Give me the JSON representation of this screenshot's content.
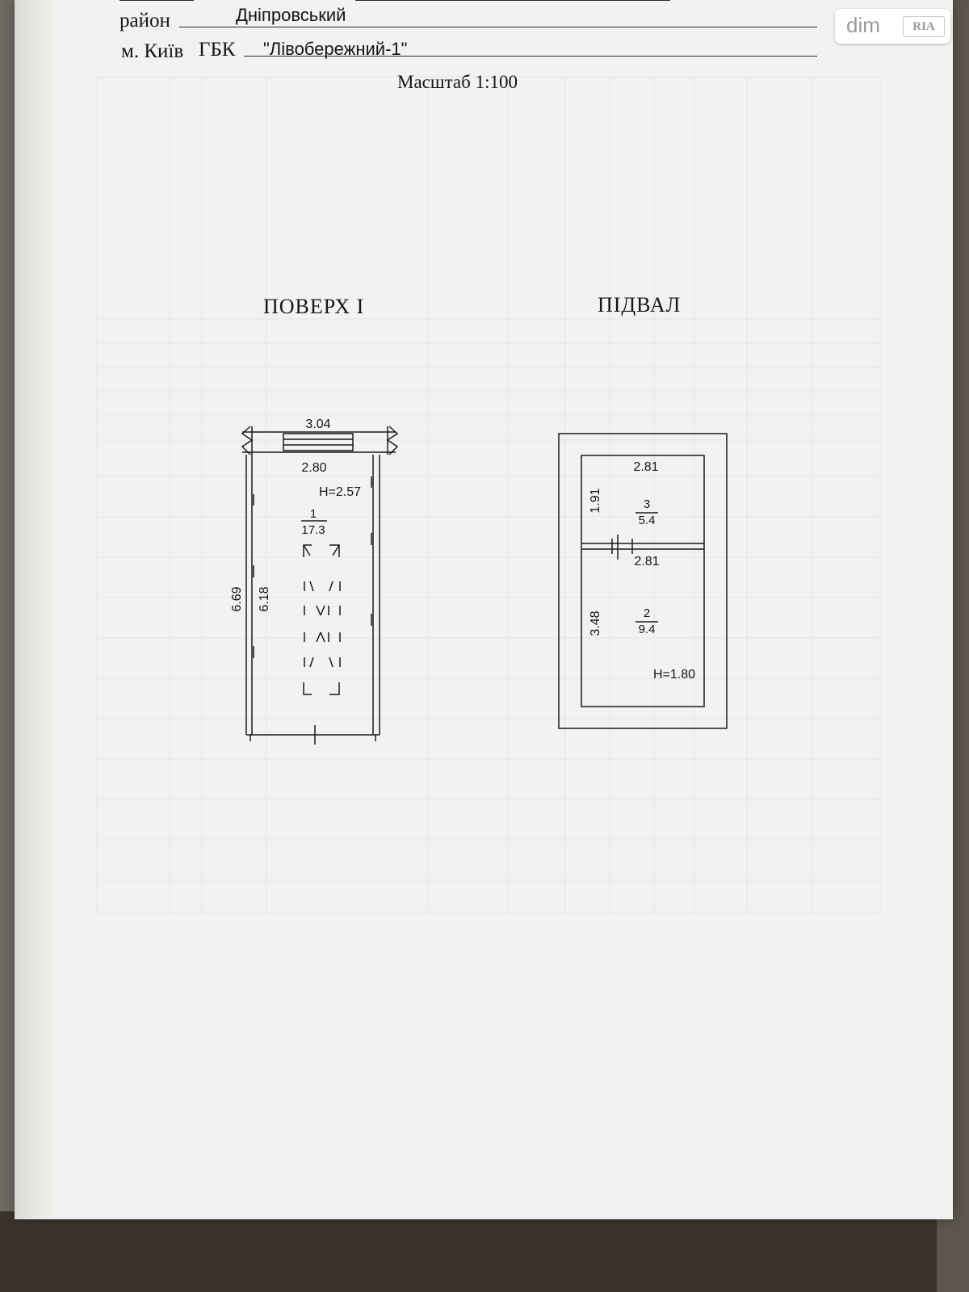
{
  "header": {
    "district_label": "район",
    "district_value": "Дніпровський",
    "city_label": "м. Київ",
    "gbk_label": "ГБК",
    "gbk_value": "\"Лівобережний-1\"",
    "scale": "Масштаб 1:100"
  },
  "watermark": {
    "dim": "dim",
    "ria": "RIA"
  },
  "floor1": {
    "title": "ПОВЕРХ  І",
    "outer_width": "3.04",
    "inner_width": "2.80",
    "height": "H=2.57",
    "room_number": "1",
    "room_area": "17.3",
    "outer_length": "6.69",
    "inner_length": "6.18"
  },
  "basement": {
    "title": "ПІДВАЛ",
    "room3_width": "2.81",
    "room3_length": "1.91",
    "room3_number": "3",
    "room3_area": "5.4",
    "room2_width": "2.81",
    "room2_length": "3.48",
    "room2_number": "2",
    "room2_area": "9.4",
    "height": "H=1.80"
  }
}
